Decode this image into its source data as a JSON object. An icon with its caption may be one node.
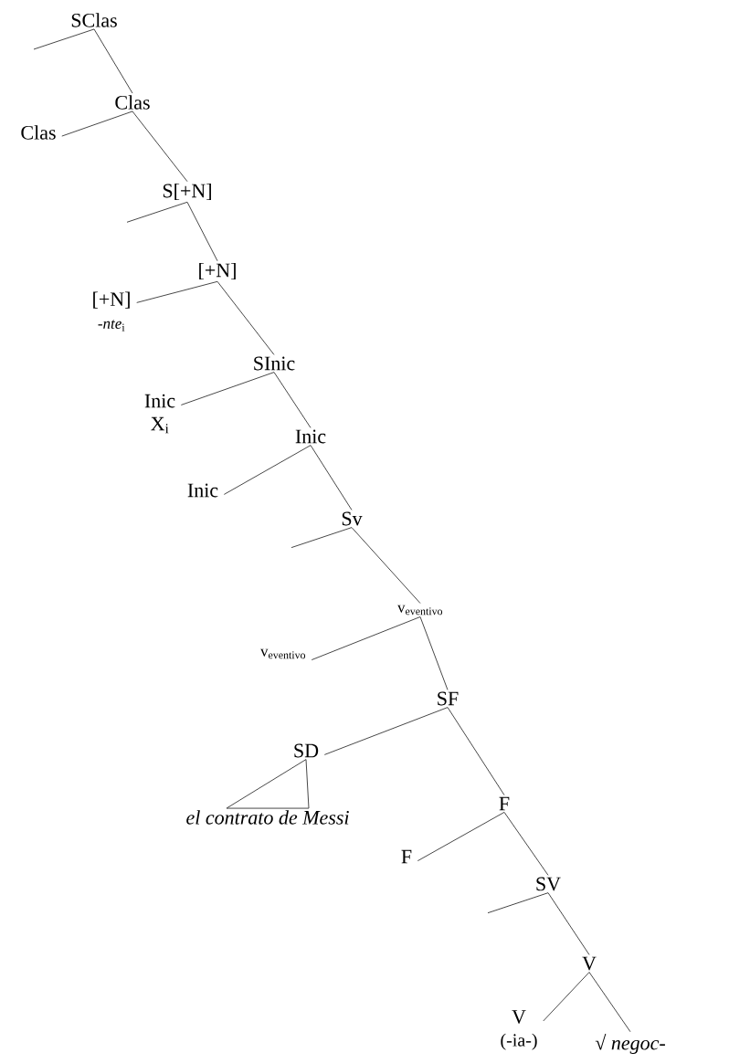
{
  "diagram": {
    "nodes": [
      {
        "text": [
          "SClas"
        ]
      },
      {
        "text": [
          "Clas"
        ]
      },
      {
        "text": [
          "Clas"
        ]
      },
      {
        "text": [
          "S[+N]"
        ]
      },
      {
        "text": [
          "[+N]"
        ]
      },
      {
        "text": [
          "[+N]",
          "*-nte*$_{i}$"
        ]
      },
      {
        "text": [
          "SInic"
        ]
      },
      {
        "text": [
          "Inic",
          "X$_{i}$"
        ]
      },
      {
        "text": [
          "Inic"
        ]
      },
      {
        "text": [
          "Inic"
        ]
      },
      {
        "text": [
          "Sv"
        ]
      },
      {
        "text": [
          "v$_{eventivo}$"
        ]
      },
      {
        "text": [
          "v$_{eventivo}$"
        ]
      },
      {
        "text": [
          "SF"
        ]
      },
      {
        "text": [
          "SD"
        ]
      },
      {
        "text": [
          "el contrato de Messi"
        ]
      },
      {
        "text": [
          "F"
        ]
      },
      {
        "text": [
          "F"
        ]
      },
      {
        "text": [
          "SV"
        ]
      },
      {
        "text": [
          "V"
        ]
      },
      {
        "text": [
          "V",
          "(-ia-)"
        ]
      },
      {
        "text": [
          "√ *negoc-*"
        ]
      }
    ],
    "edges": [
      {
        "from": 0,
        "to": null,
        "arrow": "none"
      },
      {
        "from": 0,
        "to": 1,
        "arrow": "none"
      },
      {
        "from": 1,
        "to": 2,
        "arrow": "none"
      },
      {
        "from": 1,
        "to": 3,
        "arrow": "none"
      },
      {
        "from": 3,
        "to": null,
        "arrow": "none"
      },
      {
        "from": 3,
        "to": 4,
        "arrow": "none"
      },
      {
        "from": 4,
        "to": 5,
        "arrow": "none"
      },
      {
        "from": 4,
        "to": 6,
        "arrow": "none"
      },
      {
        "from": 6,
        "to": 7,
        "arrow": "none"
      },
      {
        "from": 6,
        "to": 8,
        "arrow": "none"
      },
      {
        "from": 8,
        "to": 9,
        "arrow": "none"
      },
      {
        "from": 8,
        "to": 10,
        "arrow": "none"
      },
      {
        "from": 10,
        "to": null,
        "arrow": "none"
      },
      {
        "from": 10,
        "to": 11,
        "arrow": "none"
      },
      {
        "from": 11,
        "to": 12,
        "arrow": "none"
      },
      {
        "from": 11,
        "to": 13,
        "arrow": "none"
      },
      {
        "from": 13,
        "to": 14,
        "arrow": "none"
      },
      {
        "from": 13,
        "to": 16,
        "arrow": "none"
      },
      {
        "from": 14,
        "to": 15,
        "arrow": "none"
      },
      {
        "from": 16,
        "to": 17,
        "arrow": "none"
      },
      {
        "from": 16,
        "to": 18,
        "arrow": "none"
      },
      {
        "from": 18,
        "to": null,
        "arrow": "none"
      },
      {
        "from": 18,
        "to": 19,
        "arrow": "none"
      },
      {
        "from": 19,
        "to": 20,
        "arrow": "none"
      },
      {
        "from": 19,
        "to": 21,
        "arrow": "none"
      }
    ]
  }
}
